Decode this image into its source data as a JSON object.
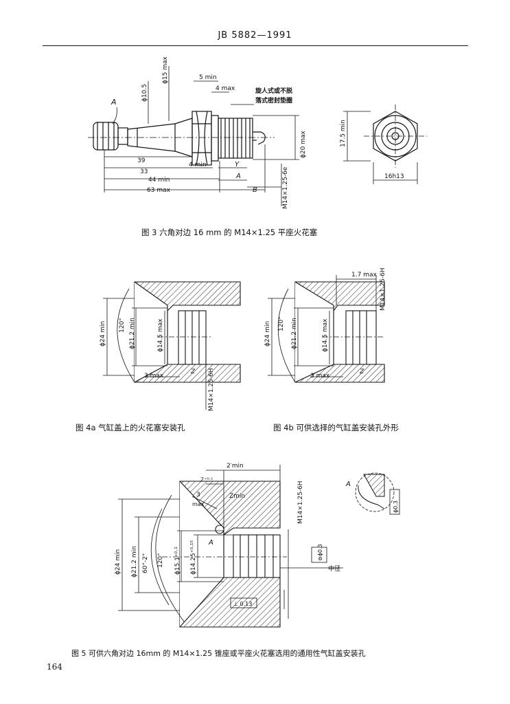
{
  "header": {
    "standard": "JB 5882—1991"
  },
  "figure3": {
    "caption": "图 3  六角对边 16 mm 的 M14×1.25 平座火花塞",
    "labels": {
      "A_marker": "A",
      "d10_5": "ϕ10.5",
      "d15max": "ϕ15 max",
      "five_min": "5 min",
      "four_max": "4 max",
      "note": [
        "旋人式或不脱",
        "落式密封垫圈"
      ],
      "d39": "39",
      "d33": "33",
      "four_min": "4 min",
      "Y": "Y",
      "d44": "44 min",
      "A": "A",
      "d63": "63 max",
      "B": "B",
      "d20max": "ϕ20 max",
      "thread": "M14×1.25-6e",
      "d17_5": "17.5 min",
      "hex": "16h13"
    }
  },
  "figure4a": {
    "caption": "图 4a  气缸盖上的火花塞安装孔",
    "labels": {
      "d24": "ϕ24 min",
      "a120": "120°",
      "d21_2": "ϕ21.2 min",
      "d14_5": "ϕ14.5 max",
      "three_max": "3 max",
      "Z": "Z",
      "thread": "M14×1.25-6H"
    }
  },
  "figure4b": {
    "caption": "图 4b  可供选择的气缸盖安装孔外形",
    "labels": {
      "d1_7": "1.7 max",
      "thread": "M14×1.25-6H",
      "d24": "ϕ24 min",
      "a120": "120°",
      "d21_2": "ϕ21.2 min",
      "d14_5": "ϕ14.5 max",
      "three_max": "3 max",
      "Z": "Z"
    }
  },
  "figure5": {
    "caption": "图 5  可供六角对边 16mm 的 M14×1.25 锥座或平座火花塞选用的通用性气缸盖安装孔",
    "labels": {
      "twoprime": "2′min",
      "two_tol": "2⁺⁰·¹",
      "three": "3",
      "max": "max",
      "zmin": "Zmin",
      "thread": "M14×1.25-6H",
      "A_marker": "A",
      "d24": "ϕ24 min",
      "d21_2": "ϕ21.2 min",
      "a60": "60°-2°",
      "a120": "120°",
      "d15": "ϕ15.1⁺⁰·¹",
      "d14_25": "ϕ14.25⁺⁰·¹⁵",
      "A_center": "A",
      "zhongjing": "中径",
      "tol1": "⊚ϕ0.3",
      "tol2": "⊥ 0.13",
      "tol3": "ϕ0.3"
    }
  },
  "page_number": "164"
}
